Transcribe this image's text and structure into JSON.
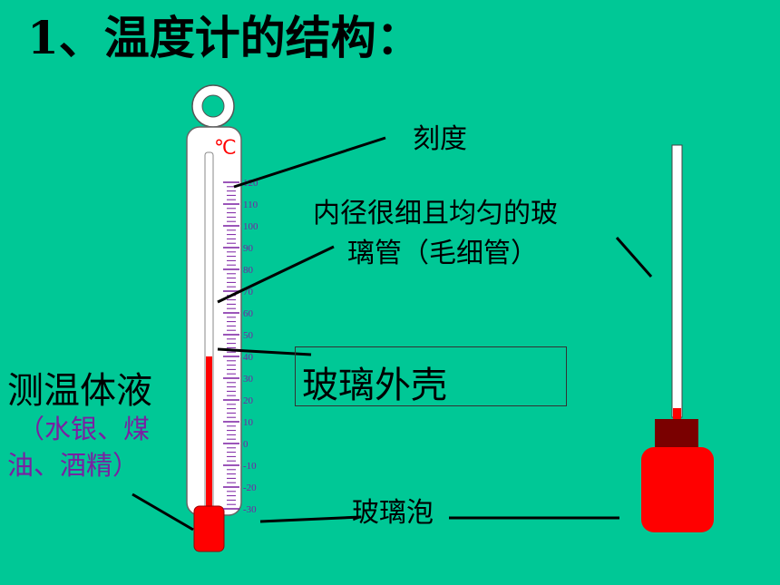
{
  "title": "1、温度计的结构：",
  "labels": {
    "scale": "刻度",
    "tube_line1": "内径很细且均匀的玻",
    "tube_line2": "璃管（毛细管）",
    "shell": "玻璃外壳",
    "liquid": "测温体液",
    "liquid_sub1": "（水银、煤",
    "liquid_sub2": "油、酒精）",
    "bulb": "玻璃泡"
  },
  "thermometer": {
    "unit": "℃",
    "ticks": [
      "120",
      "110",
      "100",
      "90",
      "80",
      "70",
      "60",
      "50",
      "40",
      "30",
      "20",
      "10",
      "0",
      "-10",
      "-20",
      "-30"
    ],
    "liquid_reading": 40
  },
  "colors": {
    "background": "#00c896",
    "liquid": "#ff0000",
    "scale": "#7a1fa2",
    "bulb_cap": "#7a0000"
  }
}
